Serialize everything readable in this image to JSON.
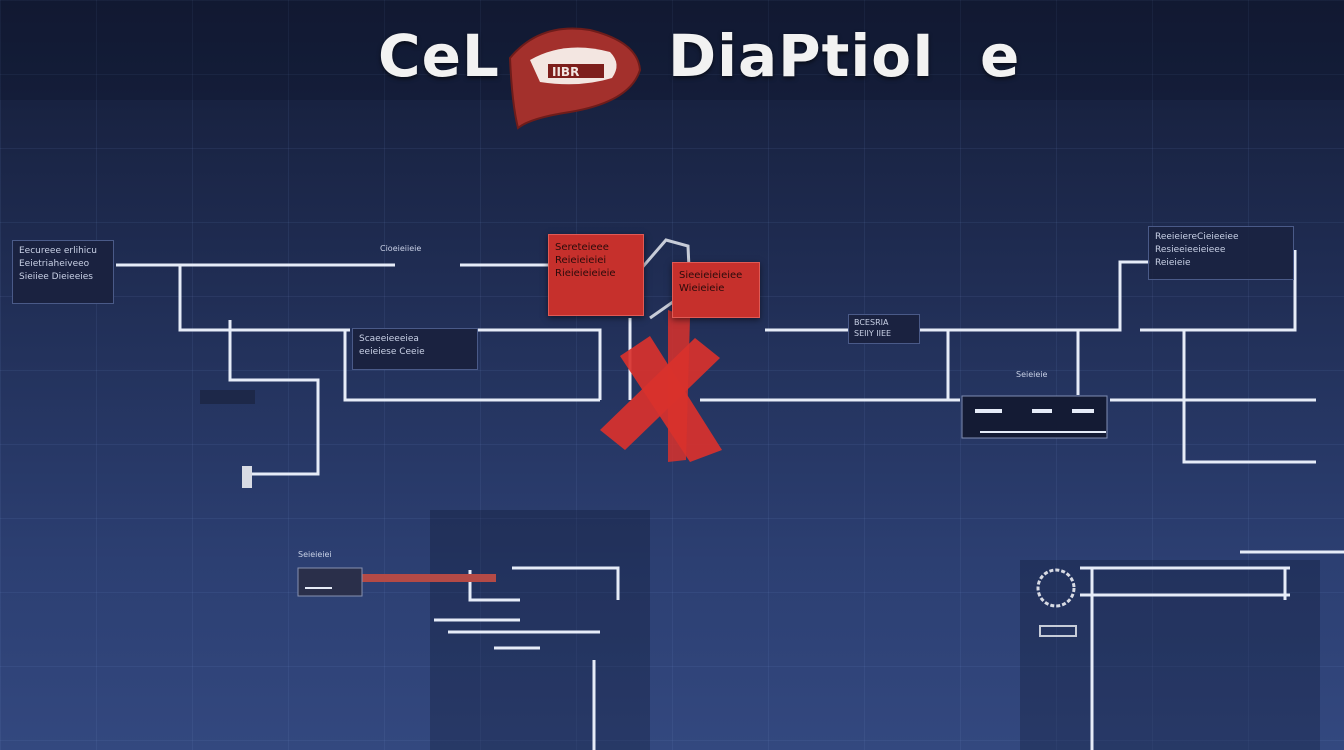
{
  "header": {
    "title_left": "CeL",
    "title_right": "DiaPtioI",
    "title_tail": "e",
    "logo_text": "IIBR"
  },
  "colors": {
    "background_top": "#141c36",
    "background_bottom": "#33487f",
    "wire": "#e6ecf8",
    "accent_red": "#c6302c"
  },
  "labels": {
    "left_box_line1": "Eecureee erlihicu",
    "left_box_line2": "Eeietriaheiveeo",
    "left_box_line3": "Sieiiee Dieieeies",
    "top_wire_label": "Cioeieiieie",
    "mid_box_line1": "Scaeeieeeiea",
    "mid_box_line2": "eeieiese Ceeie",
    "red_box_a_line1": "Sereteieee",
    "red_box_a_line2": "Reieieieiei",
    "red_box_a_line3": "Rieieieieieie",
    "red_box_b_line1": "Sieeieieieiee",
    "red_box_b_line2": "Wieieieie",
    "center_right_box_line1": "BCESRIA",
    "center_right_box_line2": "SEIIY IIEE",
    "right_box_line1": "ReeieiereCieieeiee",
    "right_box_line2": "Resieeieeieieee",
    "right_box_line3": "Reieieie",
    "small_right_label": "Seieieie",
    "bottom_left_label": "Seieieiei"
  }
}
